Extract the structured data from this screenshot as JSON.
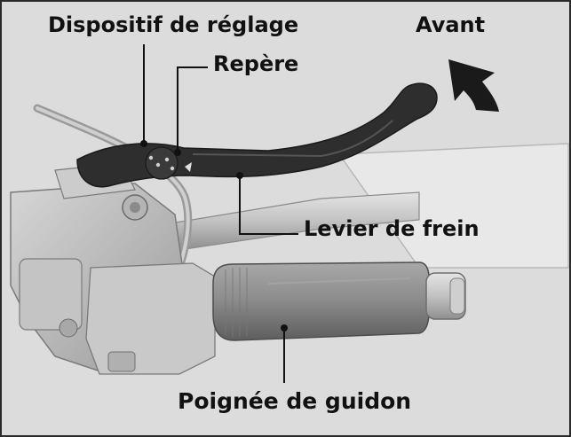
{
  "labels": {
    "adjuster": "Dispositif de réglage",
    "mark": "Repère",
    "front": "Avant",
    "brake_lever": "Levier de frein",
    "handlebar_grip": "Poignée de guidon"
  },
  "colors": {
    "background": "#dcdcdc",
    "lever": "#2e2e2e",
    "grip": "#8c8c8c",
    "metal": "#bdbdbd",
    "text": "#111111"
  }
}
